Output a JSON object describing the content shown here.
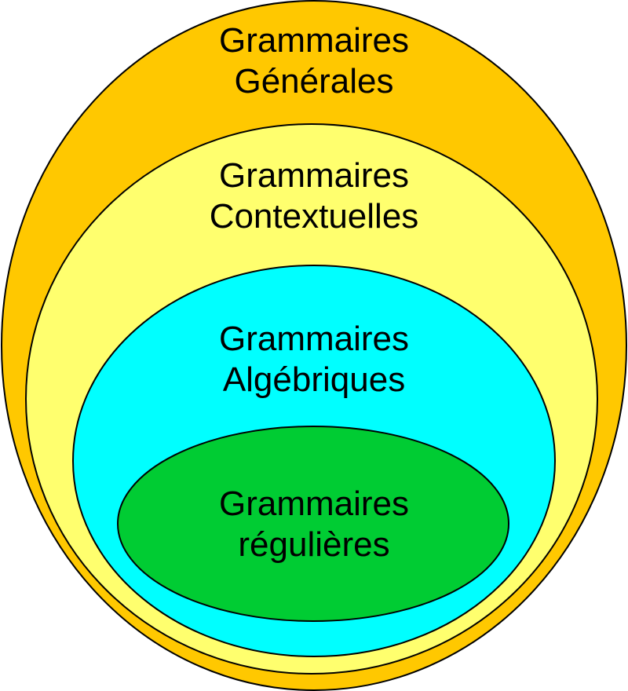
{
  "colors": {
    "generales": "#FFC800",
    "contextuelles": "#FFFF6E",
    "algebriques": "#00FFFF",
    "regulieres": "#00CC33",
    "outline": "#000000"
  },
  "sets": {
    "generales": {
      "line1": "Grammaires",
      "line2": "Générales"
    },
    "contextuelles": {
      "line1": "Grammaires",
      "line2": "Contextuelles"
    },
    "algebriques": {
      "line1": "Grammaires",
      "line2": "Algébriques"
    },
    "regulieres": {
      "line1": "Grammaires",
      "line2": "régulières"
    }
  }
}
